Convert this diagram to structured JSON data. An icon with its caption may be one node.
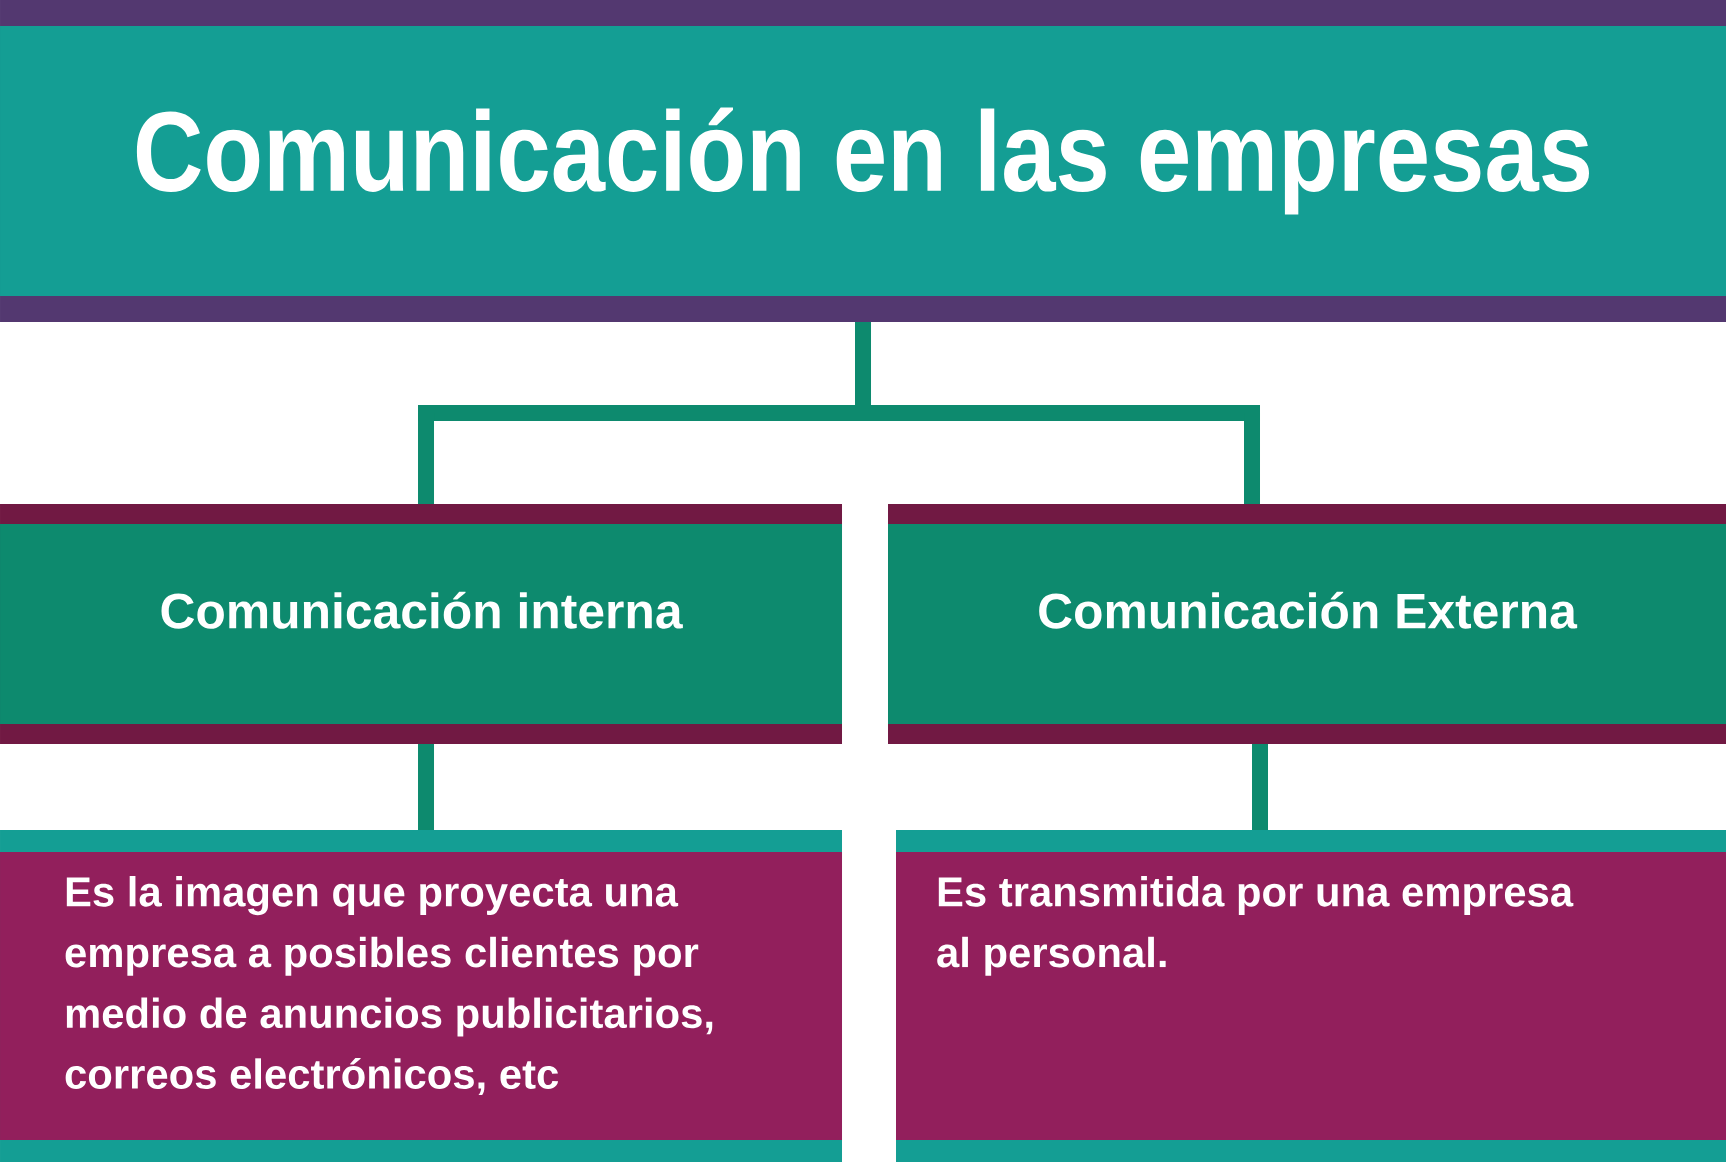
{
  "diagram": {
    "nodes": [
      {
        "text": [
          "Comunicación en las empresas"
        ]
      },
      {
        "text": [
          "Comunicación interna"
        ]
      },
      {
        "text": [
          "Comunicación Externa"
        ]
      },
      {
        "text": [
          "Es la imagen que proyecta una empresa a posibles clientes por medio de anuncios publicitarios, correos electrónicos, etc"
        ]
      },
      {
        "text": [
          "Es transmitida por una empresa al personal."
        ]
      }
    ],
    "edges": [
      {
        "from": 0,
        "to": 1,
        "arrow": "none"
      },
      {
        "from": 0,
        "to": 2,
        "arrow": "none"
      },
      {
        "from": 1,
        "to": 3,
        "arrow": "none"
      },
      {
        "from": 2,
        "to": 4,
        "arrow": "none"
      }
    ]
  }
}
